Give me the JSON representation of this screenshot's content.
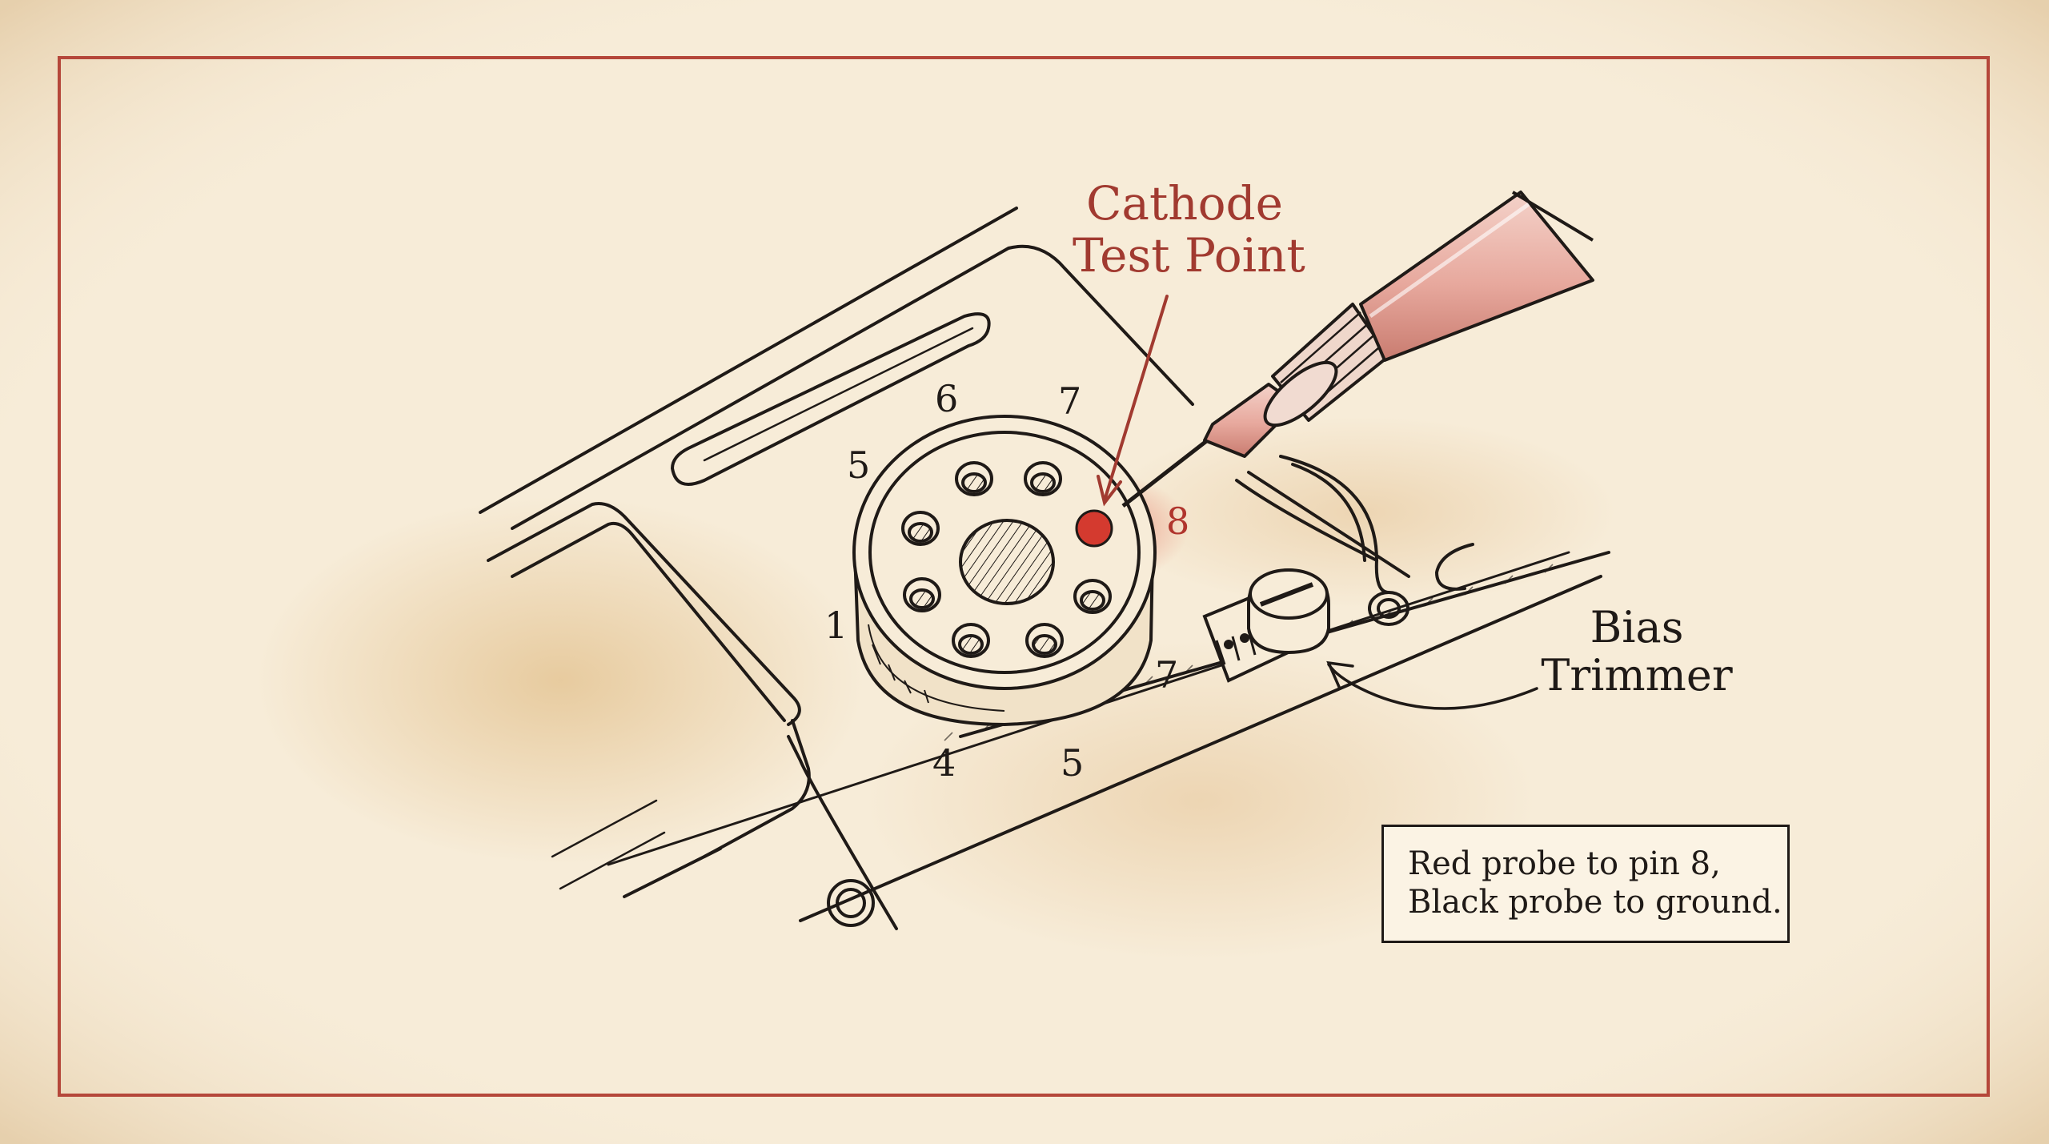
{
  "labels": {
    "cathode_line1": "Cathode",
    "cathode_line2": "Test Point",
    "bias_line1": "Bias",
    "bias_line2": "Trimmer"
  },
  "pins": {
    "p6": "6",
    "p7_top": "7",
    "p5_left": "5",
    "p8": "8",
    "p1": "1",
    "p7_right": "7",
    "p4": "4",
    "p5_bottom": "5"
  },
  "note": {
    "line1": "Red probe to pin 8,",
    "line2": "Black probe to ground."
  },
  "colors": {
    "paper": "#f7ecd8",
    "frame": "#b5473a",
    "ink": "#1f1a17",
    "accent_red": "#b0352d"
  }
}
